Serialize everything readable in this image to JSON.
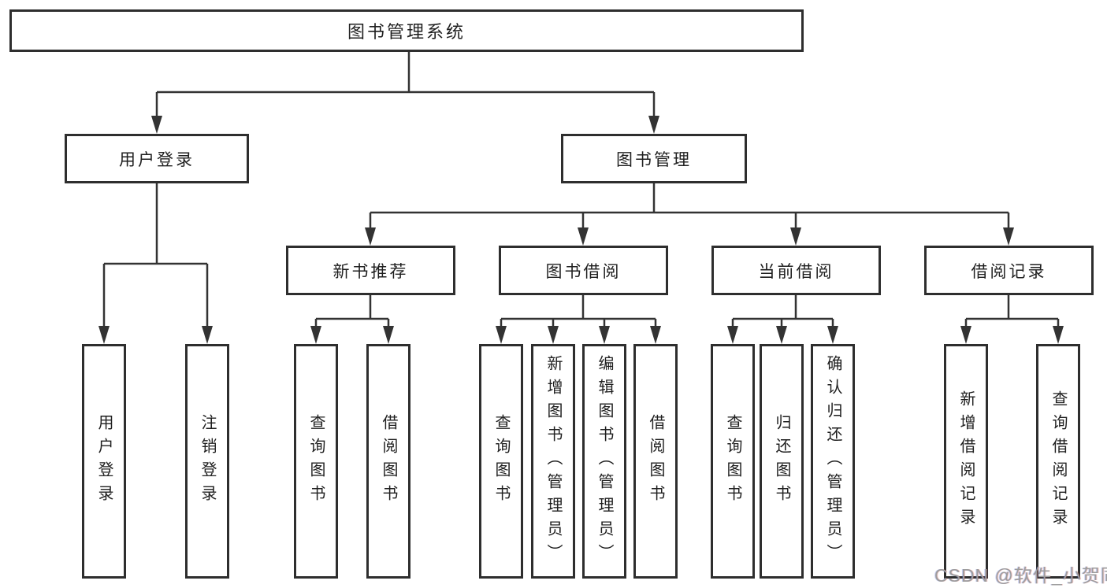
{
  "tree": {
    "label": "图书管理系统",
    "children": [
      {
        "label": "用户登录",
        "children": [
          {
            "label": "用户登录"
          },
          {
            "label": "注销登录"
          }
        ]
      },
      {
        "label": "图书管理",
        "children": [
          {
            "label": "新书推荐",
            "children": [
              {
                "label": "查询图书"
              },
              {
                "label": "借阅图书"
              }
            ]
          },
          {
            "label": "图书借阅",
            "children": [
              {
                "label": "查询图书"
              },
              {
                "label": "新增图书（管理员）"
              },
              {
                "label": "编辑图书（管理员）"
              },
              {
                "label": "借阅图书"
              }
            ]
          },
          {
            "label": "当前借阅",
            "children": [
              {
                "label": "查询图书"
              },
              {
                "label": "归还图书"
              },
              {
                "label": "确认归还（管理员）"
              }
            ]
          },
          {
            "label": "借阅记录",
            "children": [
              {
                "label": "新增借阅记录"
              },
              {
                "label": "查询借阅记录"
              }
            ]
          }
        ]
      }
    ]
  },
  "watermark": "CSDN @软件_小贺同学",
  "colors": {
    "line": "#333333",
    "box_border": "#2e2e2e",
    "text": "#1f1f1f",
    "watermark": "#9d9d9d",
    "background": "#ffffff"
  }
}
